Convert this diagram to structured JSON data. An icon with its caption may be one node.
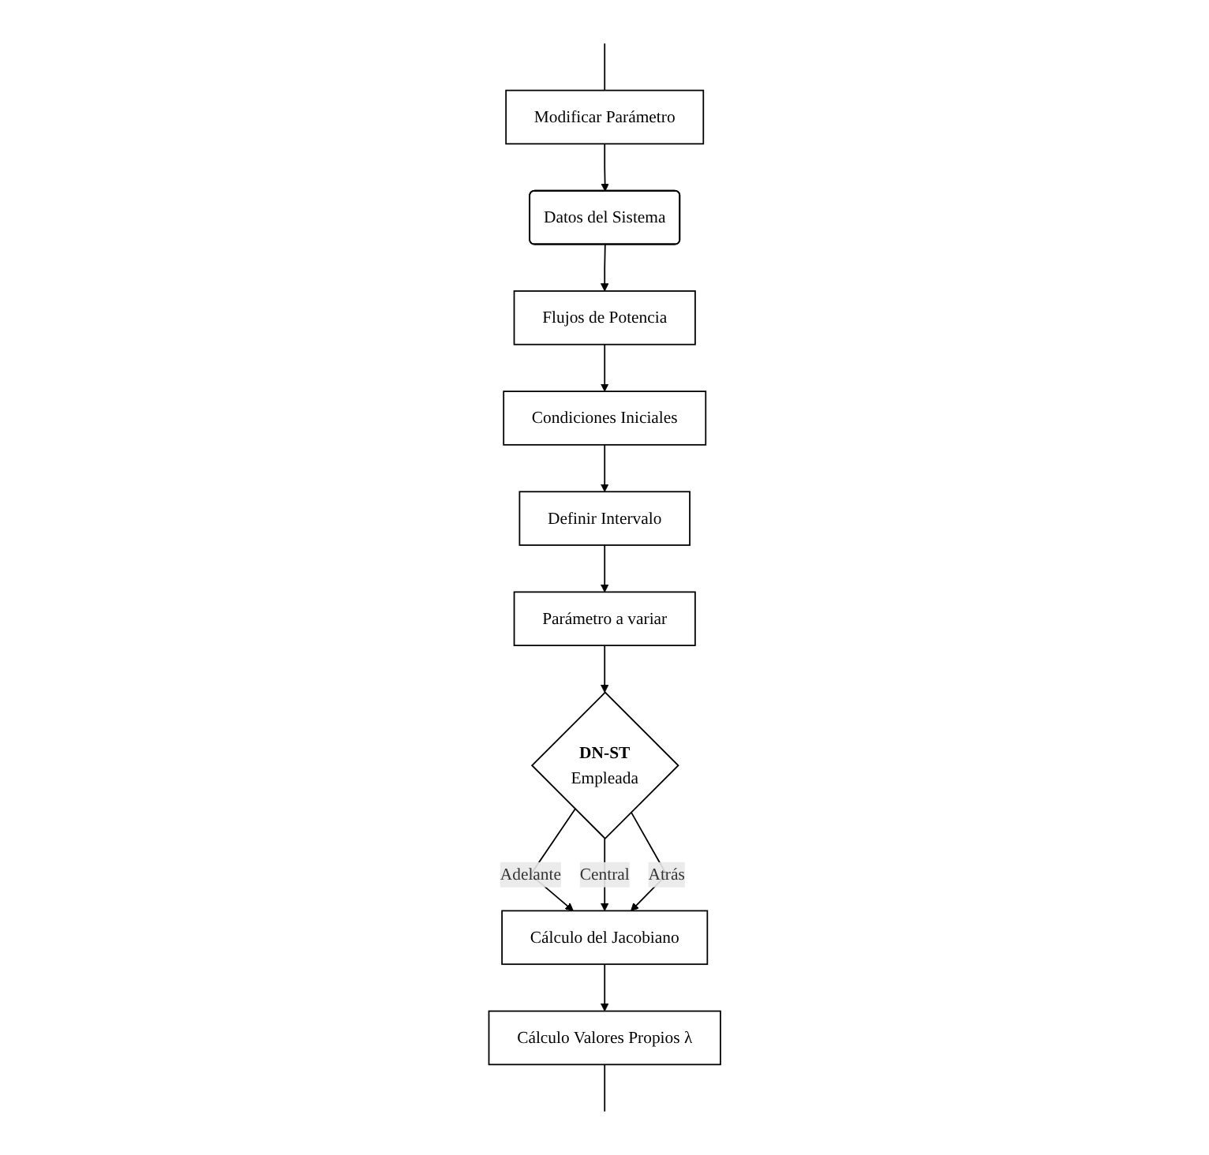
{
  "diagram": {
    "nodes": [
      {
        "text": [
          "Datos del Sistema"
        ]
      },
      {
        "text": [
          "Flujos de Potencia"
        ]
      },
      {
        "text": [
          "Condiciones Iniciales"
        ]
      },
      {
        "text": [
          "Definir Intervalo"
        ]
      },
      {
        "text": [
          "Parámetro a variar"
        ]
      },
      {
        "text": [
          "DN-ST",
          "Empleada"
        ]
      },
      {
        "text": [
          "Cálculo del Jacobiano"
        ]
      },
      {
        "text": [
          "Cálculo Valores Propios λ"
        ]
      },
      {
        "text": [
          "Modificar Parámetro"
        ]
      }
    ],
    "edges": [
      {
        "from": 0,
        "to": 1,
        "arrow": "to"
      },
      {
        "from": 1,
        "to": 2,
        "arrow": "to"
      },
      {
        "from": 2,
        "to": 3,
        "arrow": "to"
      },
      {
        "from": 3,
        "to": 4,
        "arrow": "to"
      },
      {
        "from": 4,
        "to": 5,
        "arrow": "to"
      },
      {
        "from": 5,
        "to": 6,
        "label": "Adelante",
        "arrow": "to"
      },
      {
        "from": 5,
        "to": 6,
        "label": "Central",
        "arrow": "to"
      },
      {
        "from": 5,
        "to": 6,
        "label": "Atrás",
        "arrow": "to"
      },
      {
        "from": 6,
        "to": 7,
        "arrow": "to"
      },
      {
        "from": 7,
        "to": null,
        "arrow": "none"
      },
      {
        "from": null,
        "to": 8,
        "arrow": "none"
      },
      {
        "from": 8,
        "to": 0,
        "arrow": "to"
      }
    ]
  }
}
